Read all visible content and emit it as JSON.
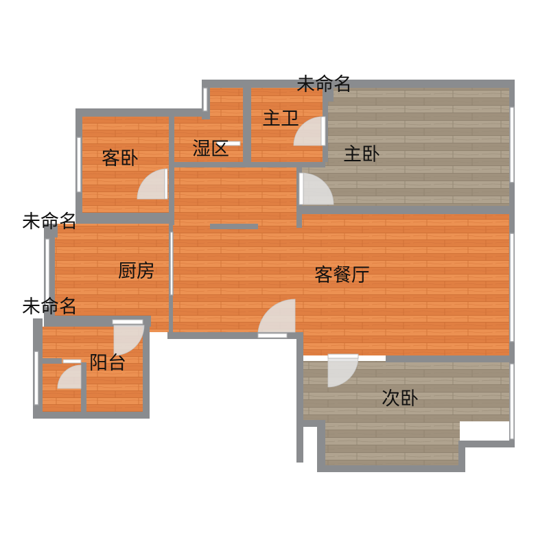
{
  "rooms": {
    "guest_bedroom": "客卧",
    "wet_area": "湿区",
    "master_bath": "主卫",
    "master_bedroom": "主卧",
    "kitchen": "厨房",
    "living_dining": "客餐厅",
    "balcony": "阳台",
    "second_bedroom": "次卧"
  },
  "unnamed_labels": [
    "未命名",
    "未命名",
    "未命名"
  ],
  "colors": {
    "wood_orange": "#e8884a",
    "wood_orange_dark": "#d9773a",
    "wood_gray": "#a89a86",
    "wood_gray_dark": "#978a76",
    "wall": "#8a8c8f"
  }
}
